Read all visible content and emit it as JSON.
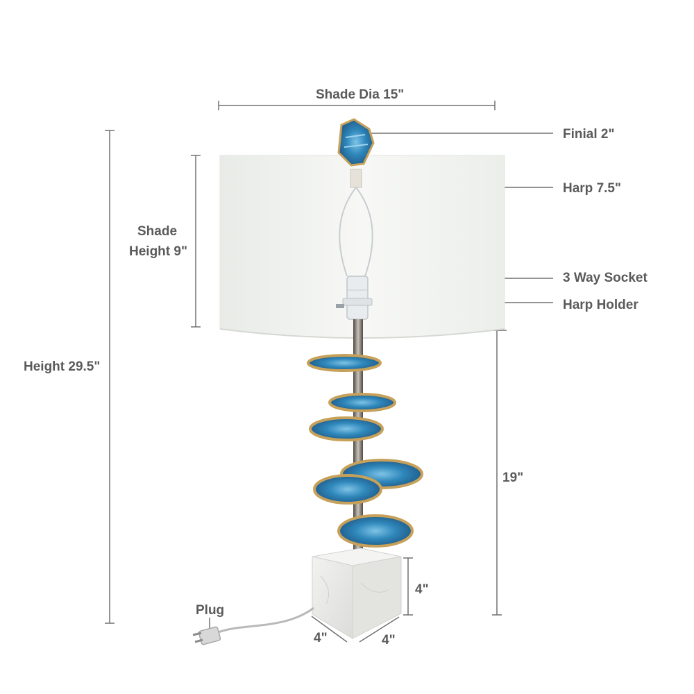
{
  "labels": {
    "shade_dia": "Shade Dia 15\"",
    "finial": "Finial 2\"",
    "harp": "Harp 7.5\"",
    "shade_height_line1": "Shade",
    "shade_height_line2": "Height 9\"",
    "socket": "3 Way Socket",
    "harp_holder": "Harp Holder",
    "height": "Height 29.5\"",
    "base_to_shade": "19\"",
    "base_height": "4\"",
    "base_width": "4\"",
    "base_depth": "4\"",
    "plug": "Plug"
  },
  "colors": {
    "dimension_line": "#707070",
    "label_text": "#5a5a5a",
    "shade": "#f3f4f2",
    "agate_blue": "#2f79a8",
    "agate_edge": "#c7a15a",
    "rod": "#8a8178",
    "marble": "#ededeb",
    "cord": "#b9b9b9"
  },
  "icons": {
    "finial": "agate-finial-icon",
    "plug": "plug-icon"
  }
}
